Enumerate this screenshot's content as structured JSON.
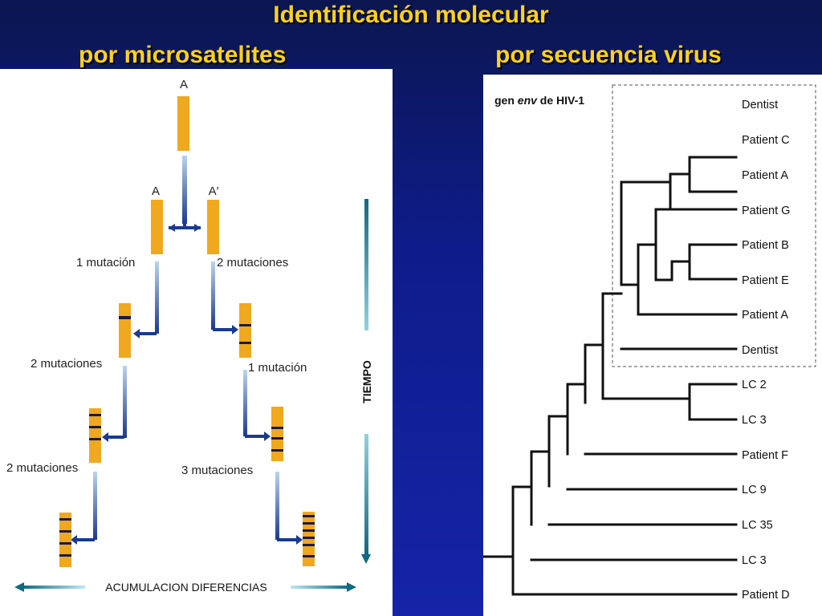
{
  "title": {
    "main": "Identificación molecular",
    "left": "por microsatelites",
    "right": "por secuencia virus"
  },
  "microsat": {
    "ancestor": "A",
    "child_left": "A",
    "child_right": "A′",
    "left_branch": [
      "1 mutación",
      "2 mutaciones",
      "2 mutaciones"
    ],
    "right_branch": [
      "2 mutaciones",
      "1 mutación",
      "3 mutaciones"
    ],
    "time_label": "TIEMPO",
    "accumulation_label": "ACUMULACION DIFERENCIAS"
  },
  "phylo": {
    "gene_prefix": "gen",
    "gene_name": "env",
    "gene_suffix": "de HIV-1",
    "taxa": [
      "Dentist",
      "Patient C",
      "Patient A",
      "Patient G",
      "Patient B",
      "Patient E",
      "Patient A",
      "Dentist",
      "LC 2",
      "LC 3",
      "Patient F",
      "LC 9",
      "LC 35",
      "LC 3",
      "Patient D"
    ]
  },
  "colors": {
    "title": "#ffd21a",
    "bar": "#f0a81e",
    "band": "#1a1a4a",
    "arrow": "#1a3a8f",
    "background": "#0e1c8a"
  }
}
